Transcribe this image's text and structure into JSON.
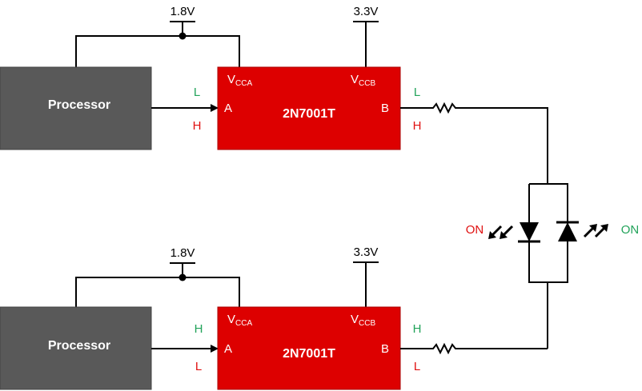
{
  "colors": {
    "processor_fill": "#595959",
    "chip_fill": "#dd0000",
    "logic_low": "#22a35a",
    "logic_high": "#e01010",
    "wire": "#000000"
  },
  "top_circuit": {
    "supply_a": "1.8V",
    "supply_b": "3.3V",
    "processor_label": "Processor",
    "chip_label": "2N7001T",
    "vcca": {
      "main": "V",
      "sub": "CCA"
    },
    "vccb": {
      "main": "V",
      "sub": "CCB"
    },
    "pin_a": "A",
    "pin_b": "B",
    "a_side_upper": "L",
    "a_side_lower": "H",
    "b_side_upper": "L",
    "b_side_lower": "H"
  },
  "bottom_circuit": {
    "supply_a": "1.8V",
    "supply_b": "3.3V",
    "processor_label": "Processor",
    "chip_label": "2N7001T",
    "vcca": {
      "main": "V",
      "sub": "CCA"
    },
    "vccb": {
      "main": "V",
      "sub": "CCB"
    },
    "pin_a": "A",
    "pin_b": "B",
    "a_side_upper": "H",
    "a_side_lower": "L",
    "b_side_upper": "H",
    "b_side_lower": "L"
  },
  "led_left_label": "ON",
  "led_right_label": "ON"
}
